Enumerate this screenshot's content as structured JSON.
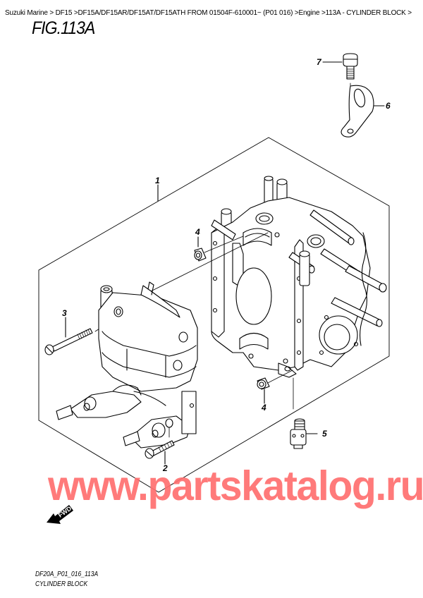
{
  "breadcrumb": {
    "items": [
      {
        "label": "Suzuki Marine"
      },
      {
        "label": "DF15"
      },
      {
        "label": "DF15A/DF15AR/DF15AT/DF15ATH FROM 01504F-610001~ (P01 016)"
      },
      {
        "label": "Engine"
      },
      {
        "label": "113A - CYLINDER BLOCK"
      }
    ],
    "separator": ">"
  },
  "figure": {
    "title": "FIG.113A",
    "code": "DF20A_P01_016_113A",
    "name": "CYLINDER BLOCK"
  },
  "callouts": [
    {
      "number": "1",
      "part": "cylinder-block-assy"
    },
    {
      "number": "2",
      "part": "bolt"
    },
    {
      "number": "3",
      "part": "bolt"
    },
    {
      "number": "4",
      "part": "dowel-pin-upper"
    },
    {
      "number": "4",
      "part": "dowel-pin-lower"
    },
    {
      "number": "5",
      "part": "plug-fitting"
    },
    {
      "number": "6",
      "part": "bracket"
    },
    {
      "number": "7",
      "part": "bolt"
    }
  ],
  "direction_indicator": {
    "label": "FWD",
    "icon": "fwd-arrow-icon"
  },
  "watermark": {
    "text": "www.partskatalog.ru",
    "color": "#ff6f6f"
  }
}
